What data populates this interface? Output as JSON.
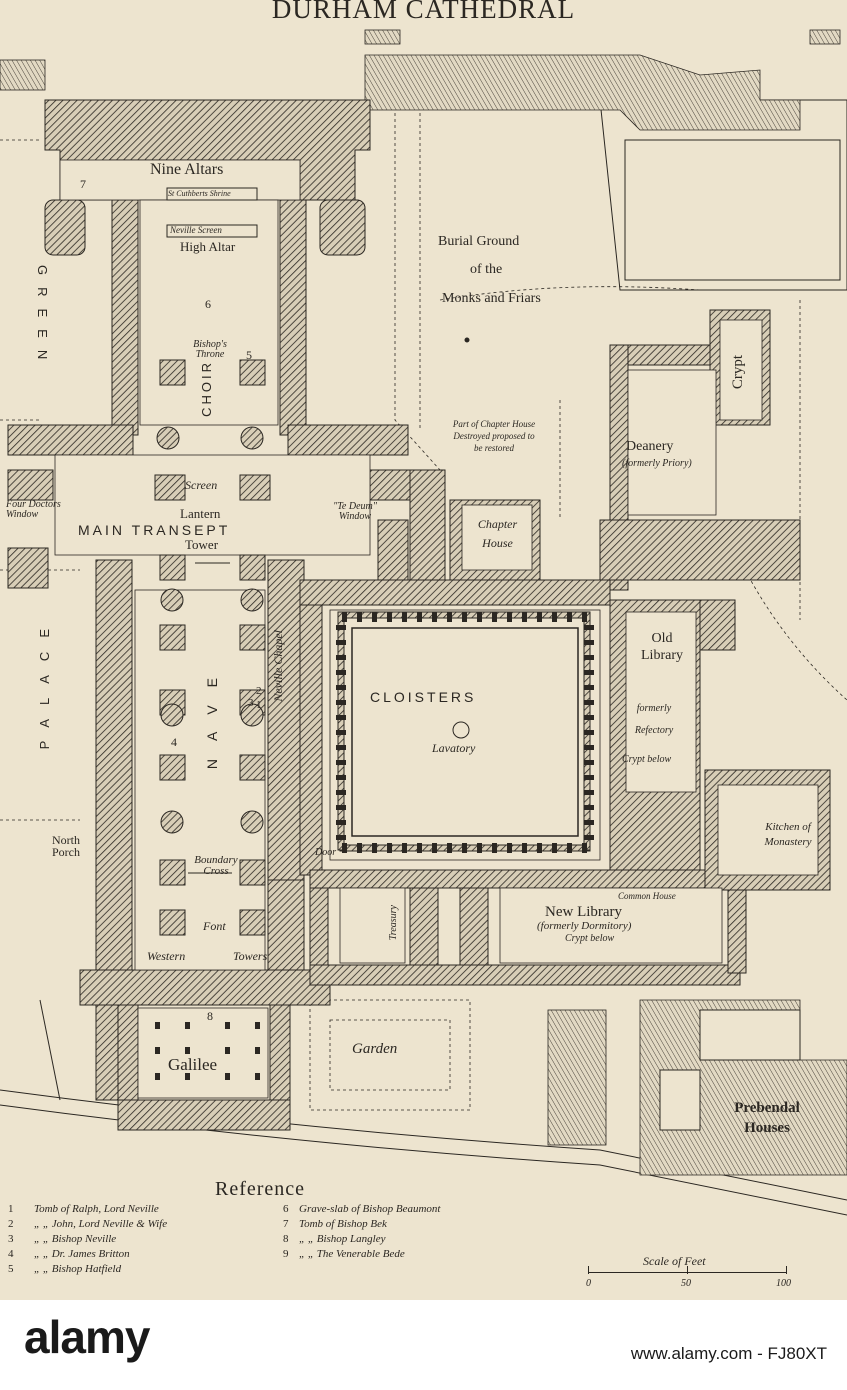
{
  "title": "DURHAM CATHEDRAL",
  "labels": {
    "nine_altars": "Nine Altars",
    "seven": "7",
    "st_cuthberts_shrine": "St Cuthberts Shrine",
    "neville_screen": "Neville Screen",
    "high_altar": "High Altar",
    "six": "6",
    "bishops_throne": "Bishop's Throne",
    "five": "5",
    "choir": "CHOIR",
    "screen": "Screen",
    "four_doctors_window": "Four Doctors Window",
    "lantern_tower_a": "Lantern",
    "main_transept": "MAIN TRANSEPT",
    "lantern_tower_b": "Tower",
    "te_deum_window": "\"Te Deum\" Window",
    "green": "GREEN",
    "palace": "PALACE",
    "nave": "NAVE",
    "neville_chapel": "Neville Chapel",
    "one": "1",
    "two": "2",
    "three": "3",
    "four": "4",
    "north_porch": "North Porch",
    "boundary_cross": "Boundary Cross",
    "door": "Door",
    "font": "Font",
    "western_towers_a": "Western",
    "western_towers_b": "Towers",
    "eight": "8",
    "galilee": "Galilee",
    "garden": "Garden",
    "burial_ground_1": "Burial Ground",
    "burial_ground_2": "of the",
    "burial_ground_3": "Monks and Friars",
    "chapter_house_part": "Part of Chapter House Destroyed proposed to be restored",
    "chapter_house": "Chapter House",
    "crypt": "Crypt",
    "deanery": "Deanery",
    "deanery_formerly": "(formerly Priory)",
    "cloisters": "CLOISTERS",
    "lavatory": "Lavatory",
    "old_library": "Old Library",
    "old_library_formerly": "formerly Refectory",
    "old_library_crypt": "Crypt below",
    "kitchen": "Kitchen of Monastery",
    "common_house": "Common House",
    "treasury": "Treasury",
    "new_library": "New Library",
    "new_library_formerly": "(formerly Dormitory)",
    "new_library_crypt": "Crypt below",
    "prebendal_houses": "Prebendal Houses"
  },
  "reference": {
    "heading": "Reference",
    "left": [
      {
        "n": "1",
        "text": "Tomb of Ralph, Lord Neville"
      },
      {
        "n": "2",
        "text": "„ „ John, Lord Neville & Wife"
      },
      {
        "n": "3",
        "text": "„ „ Bishop Neville"
      },
      {
        "n": "4",
        "text": "„ „ Dr. James Britton"
      },
      {
        "n": "5",
        "text": "„ „ Bishop Hatfield"
      }
    ],
    "right": [
      {
        "n": "6",
        "text": "Grave-slab of Bishop Beaumont"
      },
      {
        "n": "7",
        "text": "Tomb of Bishop Bek"
      },
      {
        "n": "8",
        "text": "„ „ Bishop Langley"
      },
      {
        "n": "9",
        "text": "„ „ The Venerable Bede"
      }
    ]
  },
  "scale": {
    "title": "Scale of Feet",
    "ticks": [
      "0",
      "50",
      "100"
    ]
  },
  "watermark": {
    "brand": "alamy",
    "url": "www.alamy.com - FJ80XT"
  },
  "colors": {
    "paper": "#ede4cf",
    "ink": "#2b2722"
  }
}
